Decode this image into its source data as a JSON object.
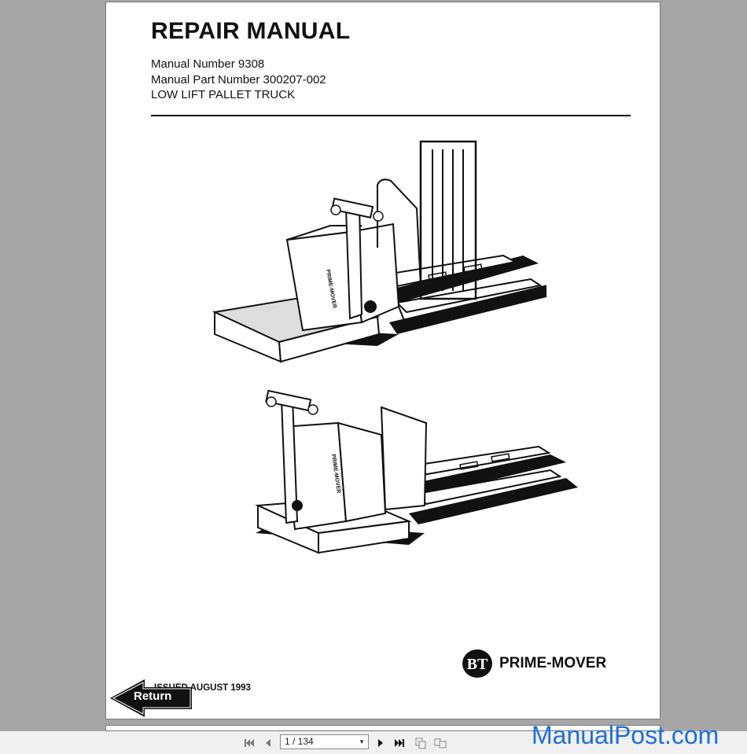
{
  "document": {
    "title": "REPAIR MANUAL",
    "manual_number": "Manual Number 9308",
    "part_number": "Manual Part Number 300207-002",
    "product": "LOW LIFT PALLET TRUCK",
    "issued": "ISSUED AUGUST 1993",
    "brand_name": "PRIME-MOVER",
    "brand_logo_text": "BT",
    "truck_side_lettering": "PRIME-MOVER"
  },
  "navigation": {
    "return_label": "Return",
    "page_indicator": "1 / 134"
  },
  "watermark": "ManualPost.com",
  "colors": {
    "viewer_background": "#a6a6a6",
    "page": "#ffffff",
    "ink": "#111111",
    "watermark": "#1e6fd9"
  },
  "icons": [
    "first-page-icon",
    "prev-page-icon",
    "dropdown-arrow-icon",
    "next-page-icon",
    "last-page-icon",
    "copy-icon",
    "compare-icon",
    "return-arrow-icon"
  ]
}
